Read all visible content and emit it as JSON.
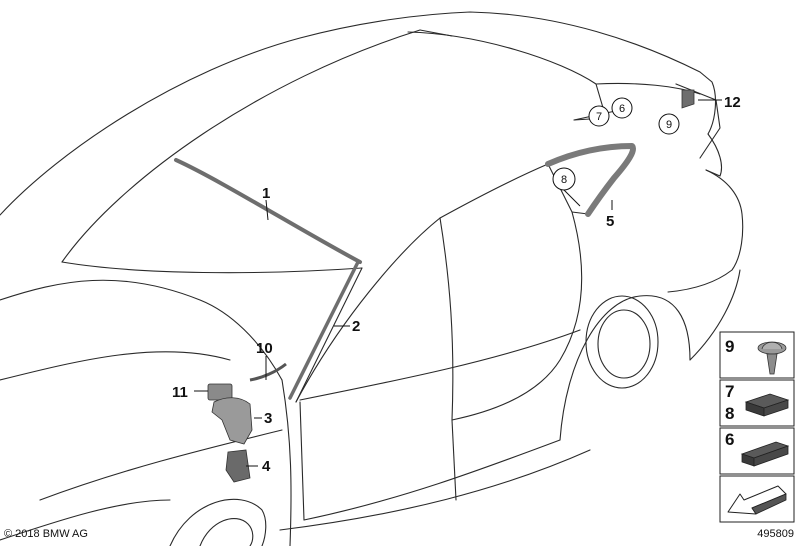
{
  "callouts": {
    "c1": "1",
    "c2": "2",
    "c3": "3",
    "c4": "4",
    "c5": "5",
    "c10": "10",
    "c11": "11",
    "c12": "12"
  },
  "circled_refs": {
    "r7": "7",
    "r6": "6",
    "r9": "9",
    "r8": "8"
  },
  "legend": {
    "screw_label": "9",
    "pad_labels": [
      "7",
      "8"
    ],
    "strip_label": "6"
  },
  "footer": {
    "copyright": "© 2018 BMW AG",
    "diagram_number": "495809"
  },
  "colors": {
    "line": "#2a2a2a",
    "part_fill": "#7a7a7a",
    "dark_part": "#3a3a3a"
  }
}
